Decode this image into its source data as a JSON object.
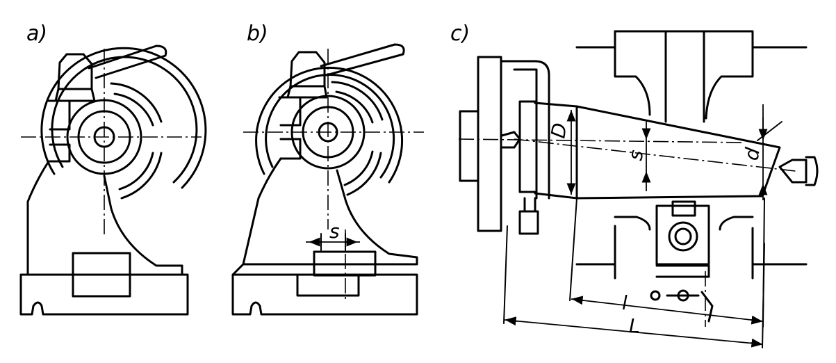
{
  "panels": {
    "a": {
      "label": "a)"
    },
    "b": {
      "label": "b)",
      "dim_s": "s"
    },
    "c": {
      "label": "c)",
      "dim_D": "D",
      "dim_s": "s",
      "dim_d": "d",
      "dim_l": "l",
      "dim_L": "L"
    }
  }
}
